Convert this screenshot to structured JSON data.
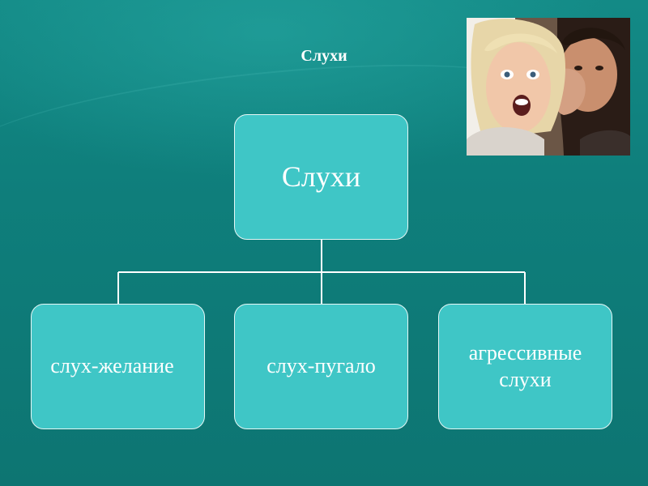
{
  "slide": {
    "title": "Слухи"
  },
  "diagram": {
    "root": {
      "label": "Слухи"
    },
    "children": [
      {
        "label": "слух-желание"
      },
      {
        "label": "слух-пугало"
      },
      {
        "label": "агрессивные слухи"
      }
    ]
  },
  "photo": {
    "subject": "two-women-whispering-photo"
  },
  "colors": {
    "background": "#0f7f7c",
    "node_fill": "#3fc6c6",
    "node_border": "#e6f7f6",
    "text": "#ffffff",
    "connector": "#ffffff"
  }
}
